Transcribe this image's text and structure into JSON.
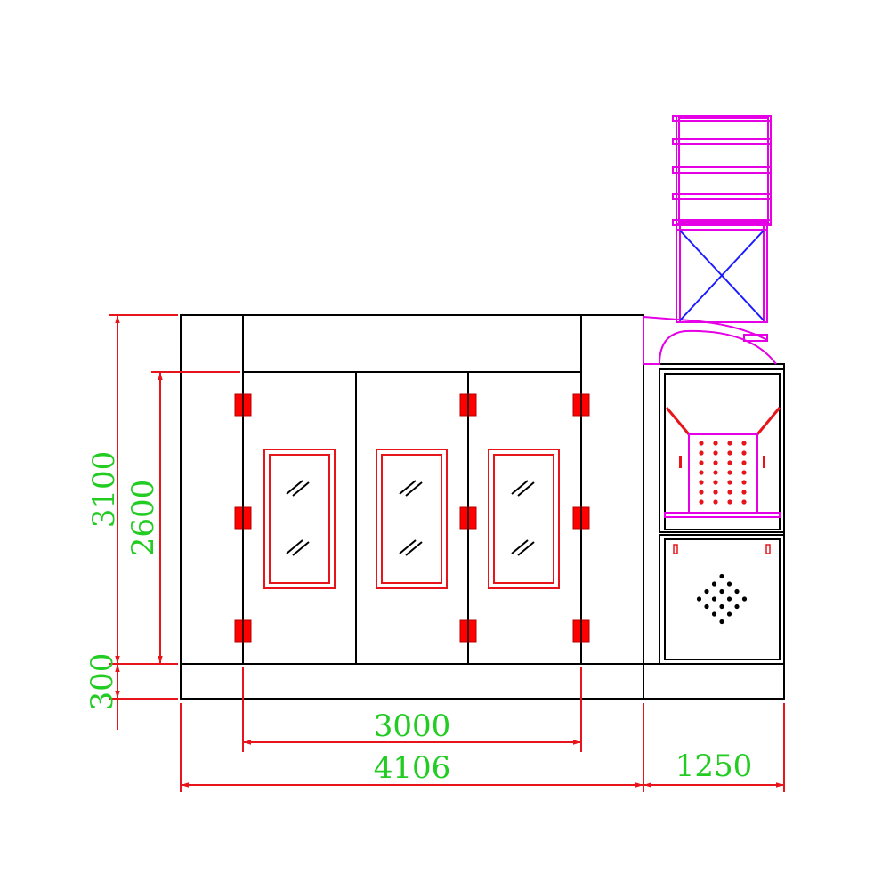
{
  "dimensions": {
    "overall_height": "3100",
    "door_height": "2600",
    "base_height": "300",
    "door_width": "3000",
    "booth_width": "4106",
    "side_width": "1250"
  },
  "colors": {
    "outline": "#000000",
    "dimension_line": "#e8141c",
    "dimension_text": "#22cc22",
    "door_detail": "#e8141c",
    "duct": "#e600e6",
    "brace": "#1a1aff",
    "hinge": "#ff0000"
  }
}
